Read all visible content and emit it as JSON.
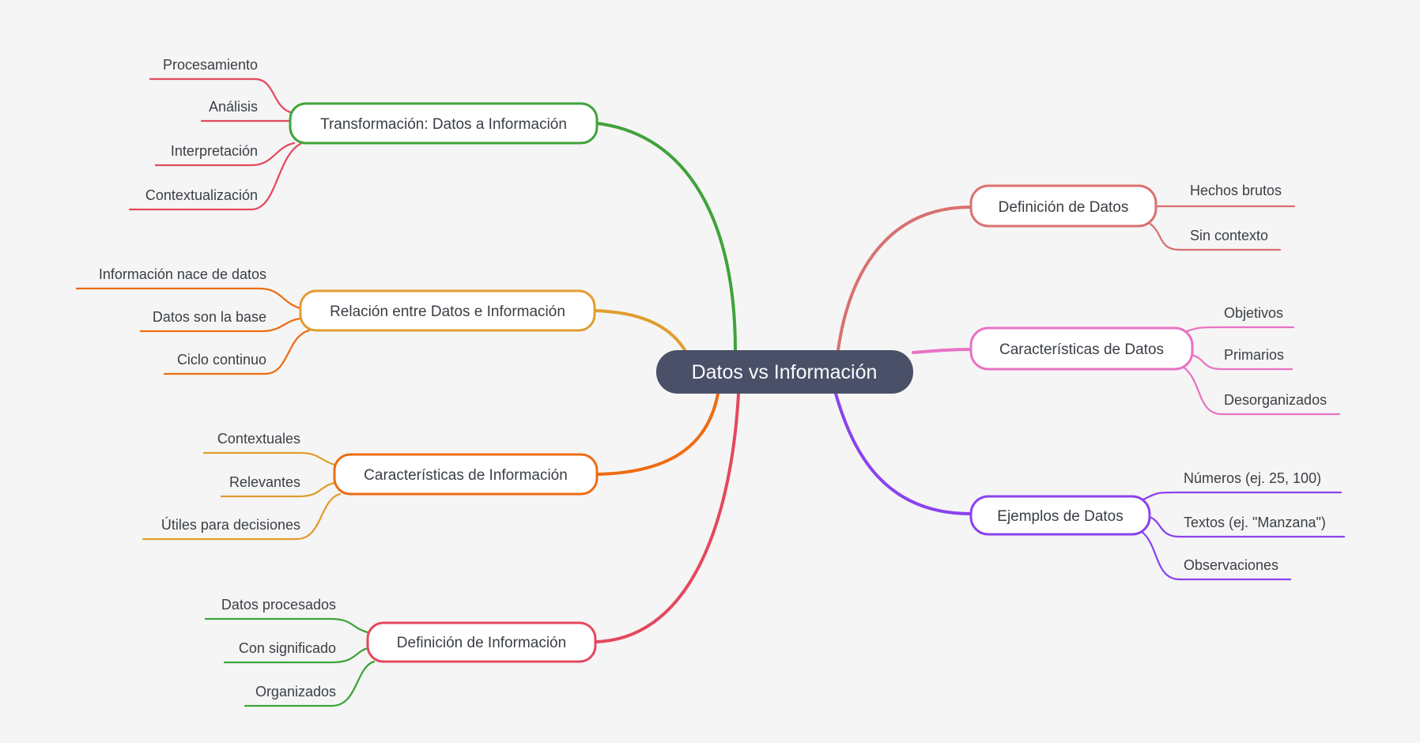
{
  "canvas": {
    "bg": "#f5f5f5"
  },
  "central": {
    "label": "Datos vs Información",
    "bg": "#4a5068",
    "text_color": "#fcfcfd"
  },
  "branches": [
    {
      "label": "Transformación: Datos a Información",
      "color": "#3fa33a",
      "child_line_color": "#e4485e",
      "children": [
        {
          "label": "Procesamiento"
        },
        {
          "label": "Análisis"
        },
        {
          "label": "Interpretación"
        },
        {
          "label": "Contextualización"
        }
      ]
    },
    {
      "label": "Relación entre Datos e Información",
      "color": "#e19d2f",
      "child_line_color": "#ee6c12",
      "children": [
        {
          "label": "Información nace de datos"
        },
        {
          "label": "Datos son la base"
        },
        {
          "label": "Ciclo continuo"
        }
      ]
    },
    {
      "label": "Características de Información",
      "color": "#ee6c12",
      "child_line_color": "#e19d2f",
      "children": [
        {
          "label": "Contextuales"
        },
        {
          "label": "Relevantes"
        },
        {
          "label": "Útiles para decisiones"
        }
      ]
    },
    {
      "label": "Definición de Información",
      "color": "#e4485e",
      "child_line_color": "#3fa33a",
      "children": [
        {
          "label": "Datos procesados"
        },
        {
          "label": "Con significado"
        },
        {
          "label": "Organizados"
        }
      ]
    },
    {
      "label": "Definición de Datos",
      "color": "#d87170",
      "child_line_color": "#d87170",
      "children": [
        {
          "label": "Hechos brutos"
        },
        {
          "label": "Sin contexto"
        }
      ]
    },
    {
      "label": "Características de Datos",
      "color": "#e873c5",
      "child_line_color": "#e873c5",
      "children": [
        {
          "label": "Objetivos"
        },
        {
          "label": "Primarios"
        },
        {
          "label": "Desorganizados"
        }
      ]
    },
    {
      "label": "Ejemplos de Datos",
      "color": "#8b42ee",
      "child_line_color": "#8b42ee",
      "children": [
        {
          "label": "Números (ej. 25, 100)"
        },
        {
          "label": "Textos (ej. \"Manzana\")"
        },
        {
          "label": "Observaciones"
        }
      ]
    }
  ]
}
